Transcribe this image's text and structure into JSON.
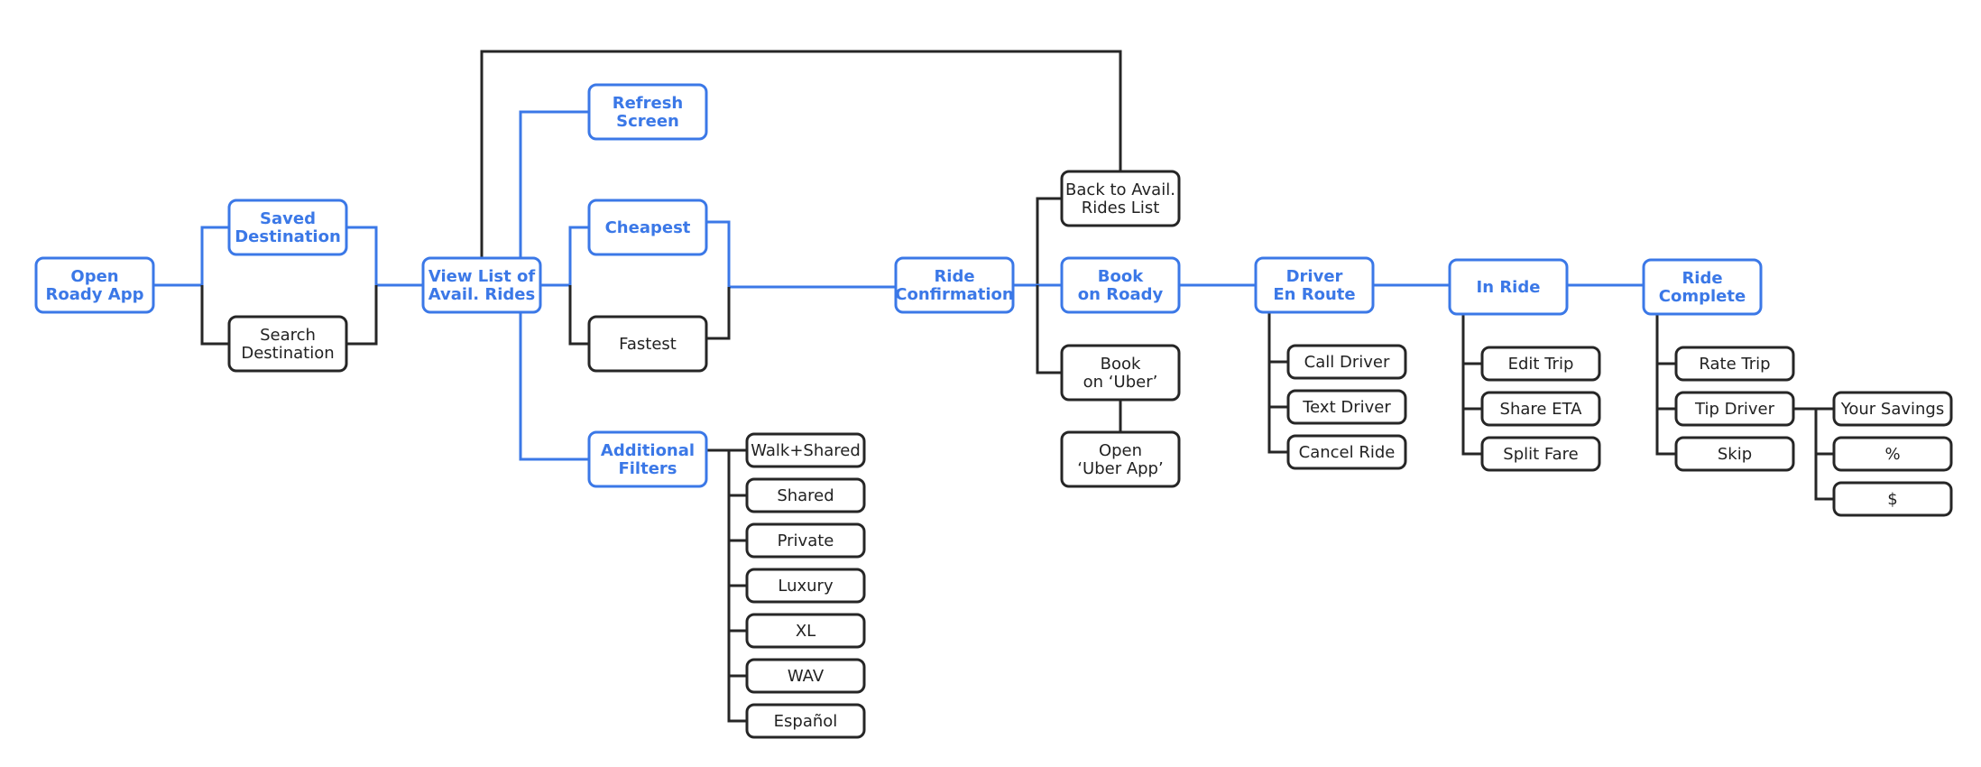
{
  "colors": {
    "primary": "#3b78e7",
    "secondary": "#262626",
    "background": "#ffffff"
  },
  "nodes": {
    "open_app": {
      "lines": [
        "Open",
        "Roady App"
      ],
      "primary": true
    },
    "saved_destination": {
      "lines": [
        "Saved",
        "Destination"
      ],
      "primary": true
    },
    "search_destination": {
      "lines": [
        "Search",
        "Destination"
      ],
      "primary": false
    },
    "view_list": {
      "lines": [
        "View List of",
        "Avail. Rides"
      ],
      "primary": true
    },
    "refresh_screen": {
      "lines": [
        "Refresh",
        "Screen"
      ],
      "primary": true
    },
    "cheapest": {
      "lines": [
        "Cheapest"
      ],
      "primary": true
    },
    "fastest": {
      "lines": [
        "Fastest"
      ],
      "primary": false
    },
    "additional_filters": {
      "lines": [
        "Additional",
        "Filters"
      ],
      "primary": true
    },
    "walk_shared": {
      "lines": [
        "Walk+Shared"
      ],
      "primary": false
    },
    "shared": {
      "lines": [
        "Shared"
      ],
      "primary": false
    },
    "private": {
      "lines": [
        "Private"
      ],
      "primary": false
    },
    "luxury": {
      "lines": [
        "Luxury"
      ],
      "primary": false
    },
    "xl": {
      "lines": [
        "XL"
      ],
      "primary": false
    },
    "wav": {
      "lines": [
        "WAV"
      ],
      "primary": false
    },
    "espanol": {
      "lines": [
        "Español"
      ],
      "primary": false
    },
    "ride_confirmation": {
      "lines": [
        "Ride",
        "Confirmation"
      ],
      "primary": true
    },
    "back_to_list": {
      "lines": [
        "Back to Avail.",
        "Rides List"
      ],
      "primary": false
    },
    "book_roady": {
      "lines": [
        "Book",
        "on Roady"
      ],
      "primary": true
    },
    "book_uber": {
      "lines": [
        "Book",
        "on ‘Uber’"
      ],
      "primary": false
    },
    "open_uber_app": {
      "lines": [
        "Open",
        "‘Uber App’"
      ],
      "primary": false
    },
    "driver_en_route": {
      "lines": [
        "Driver",
        "En Route"
      ],
      "primary": true
    },
    "call_driver": {
      "lines": [
        "Call Driver"
      ],
      "primary": false
    },
    "text_driver": {
      "lines": [
        "Text Driver"
      ],
      "primary": false
    },
    "cancel_ride": {
      "lines": [
        "Cancel Ride"
      ],
      "primary": false
    },
    "in_ride": {
      "lines": [
        "In Ride"
      ],
      "primary": true
    },
    "edit_trip": {
      "lines": [
        "Edit Trip"
      ],
      "primary": false
    },
    "share_eta": {
      "lines": [
        "Share ETA"
      ],
      "primary": false
    },
    "split_fare": {
      "lines": [
        "Split Fare"
      ],
      "primary": false
    },
    "ride_complete": {
      "lines": [
        "Ride",
        "Complete"
      ],
      "primary": true
    },
    "rate_trip": {
      "lines": [
        "Rate Trip"
      ],
      "primary": false
    },
    "tip_driver": {
      "lines": [
        "Tip Driver"
      ],
      "primary": false
    },
    "skip": {
      "lines": [
        "Skip"
      ],
      "primary": false
    },
    "your_savings": {
      "lines": [
        "Your Savings"
      ],
      "primary": false
    },
    "percent": {
      "lines": [
        "%"
      ],
      "primary": false
    },
    "dollar": {
      "lines": [
        "$"
      ],
      "primary": false
    }
  },
  "links": [
    {
      "from": "open_app",
      "to": "saved_destination",
      "primary": true
    },
    {
      "from": "open_app",
      "to": "search_destination",
      "primary": false
    },
    {
      "from": "saved_destination",
      "to": "view_list",
      "primary": true
    },
    {
      "from": "search_destination",
      "to": "view_list",
      "primary": false
    },
    {
      "from": "view_list",
      "to": "refresh_screen",
      "primary": true
    },
    {
      "from": "view_list",
      "to": "cheapest",
      "primary": true
    },
    {
      "from": "view_list",
      "to": "fastest",
      "primary": false
    },
    {
      "from": "view_list",
      "to": "additional_filters",
      "primary": true
    },
    {
      "from": "additional_filters",
      "to": "walk_shared",
      "primary": false
    },
    {
      "from": "additional_filters",
      "to": "shared",
      "primary": false
    },
    {
      "from": "additional_filters",
      "to": "private",
      "primary": false
    },
    {
      "from": "additional_filters",
      "to": "luxury",
      "primary": false
    },
    {
      "from": "additional_filters",
      "to": "xl",
      "primary": false
    },
    {
      "from": "additional_filters",
      "to": "wav",
      "primary": false
    },
    {
      "from": "additional_filters",
      "to": "espanol",
      "primary": false
    },
    {
      "from": "cheapest",
      "to": "ride_confirmation",
      "primary": true
    },
    {
      "from": "fastest",
      "to": "ride_confirmation",
      "primary": false
    },
    {
      "from": "ride_confirmation",
      "to": "back_to_list",
      "primary": false
    },
    {
      "from": "ride_confirmation",
      "to": "book_roady",
      "primary": true
    },
    {
      "from": "ride_confirmation",
      "to": "book_uber",
      "primary": false
    },
    {
      "from": "back_to_list",
      "to": "view_list",
      "primary": false
    },
    {
      "from": "book_uber",
      "to": "open_uber_app",
      "primary": false
    },
    {
      "from": "book_roady",
      "to": "driver_en_route",
      "primary": true
    },
    {
      "from": "driver_en_route",
      "to": "call_driver",
      "primary": false
    },
    {
      "from": "driver_en_route",
      "to": "text_driver",
      "primary": false
    },
    {
      "from": "driver_en_route",
      "to": "cancel_ride",
      "primary": false
    },
    {
      "from": "driver_en_route",
      "to": "in_ride",
      "primary": true
    },
    {
      "from": "in_ride",
      "to": "edit_trip",
      "primary": false
    },
    {
      "from": "in_ride",
      "to": "share_eta",
      "primary": false
    },
    {
      "from": "in_ride",
      "to": "split_fare",
      "primary": false
    },
    {
      "from": "in_ride",
      "to": "ride_complete",
      "primary": true
    },
    {
      "from": "ride_complete",
      "to": "rate_trip",
      "primary": false
    },
    {
      "from": "ride_complete",
      "to": "tip_driver",
      "primary": false
    },
    {
      "from": "ride_complete",
      "to": "skip",
      "primary": false
    },
    {
      "from": "tip_driver",
      "to": "your_savings",
      "primary": false
    },
    {
      "from": "tip_driver",
      "to": "percent",
      "primary": false
    },
    {
      "from": "tip_driver",
      "to": "dollar",
      "primary": false
    }
  ]
}
